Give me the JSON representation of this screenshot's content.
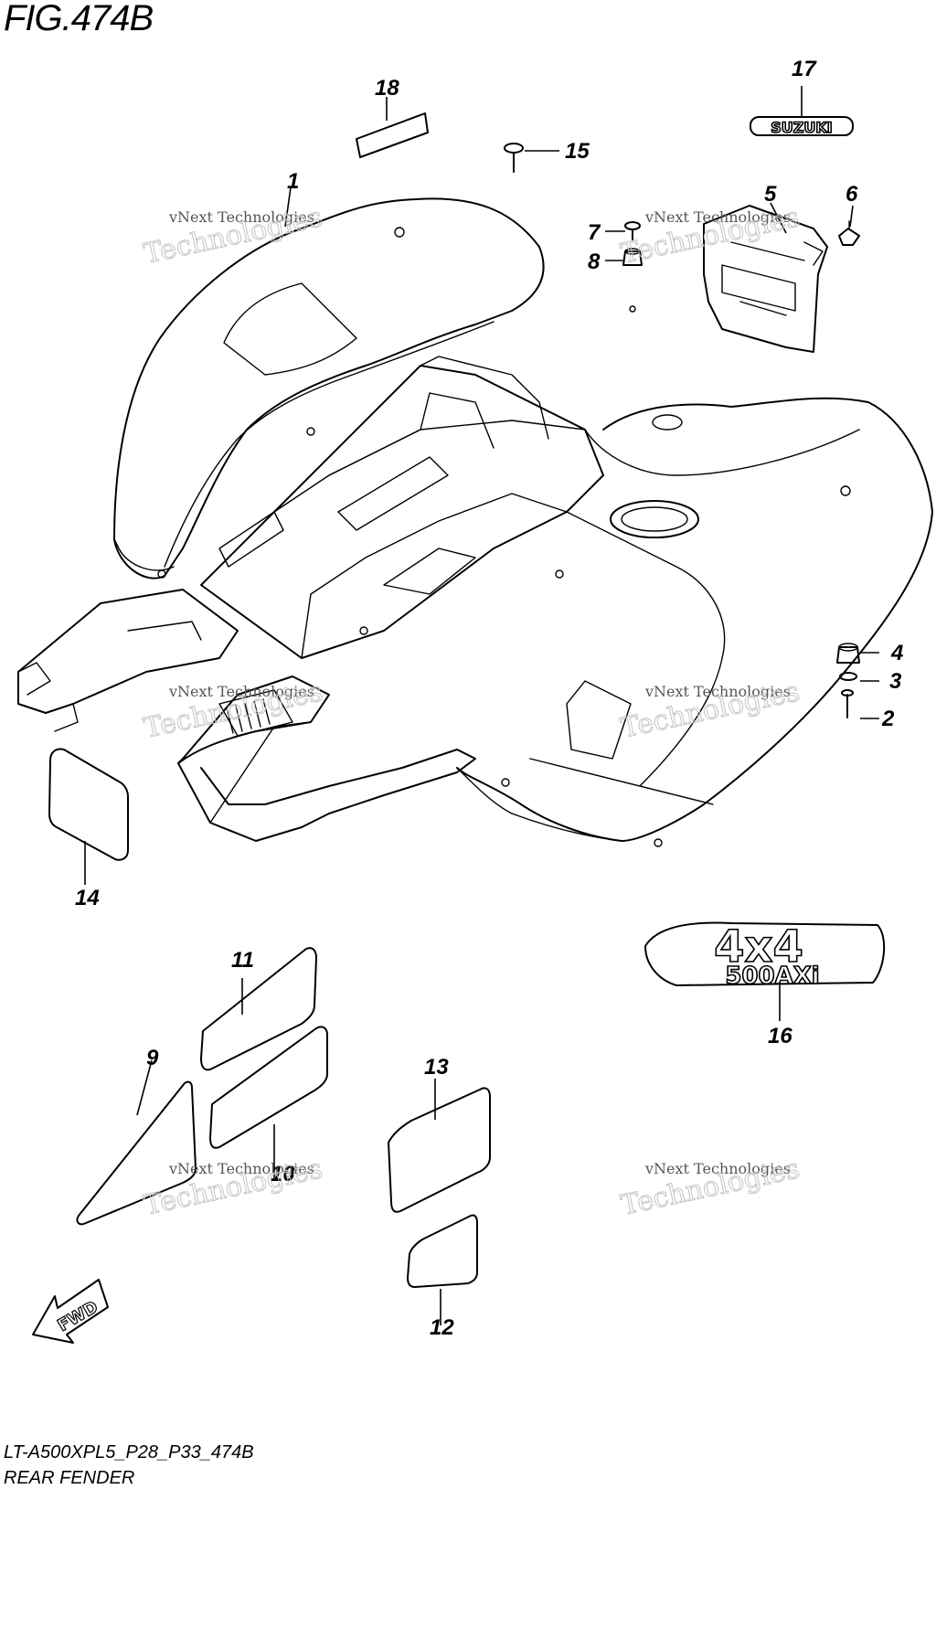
{
  "figure": {
    "title": "FIG.474B",
    "model_code": "LT-A500XPL5_P28_P33_474B",
    "name": "REAR FENDER"
  },
  "callouts": {
    "c1": "1",
    "c2": "2",
    "c3": "3",
    "c4": "4",
    "c5": "5",
    "c6": "6",
    "c7": "7",
    "c8": "8",
    "c9": "9",
    "c10": "10",
    "c11": "11",
    "c12": "12",
    "c13": "13",
    "c14": "14",
    "c15": "15",
    "c16": "16",
    "c17": "17",
    "c18": "18"
  },
  "emblems": {
    "suzuki": "SUZUKI",
    "badge_top": "4x4",
    "badge_bottom": "500AXi",
    "fwd": "FWD"
  },
  "watermark": {
    "line1": "vNext Technologies",
    "line2": "Technologies"
  }
}
